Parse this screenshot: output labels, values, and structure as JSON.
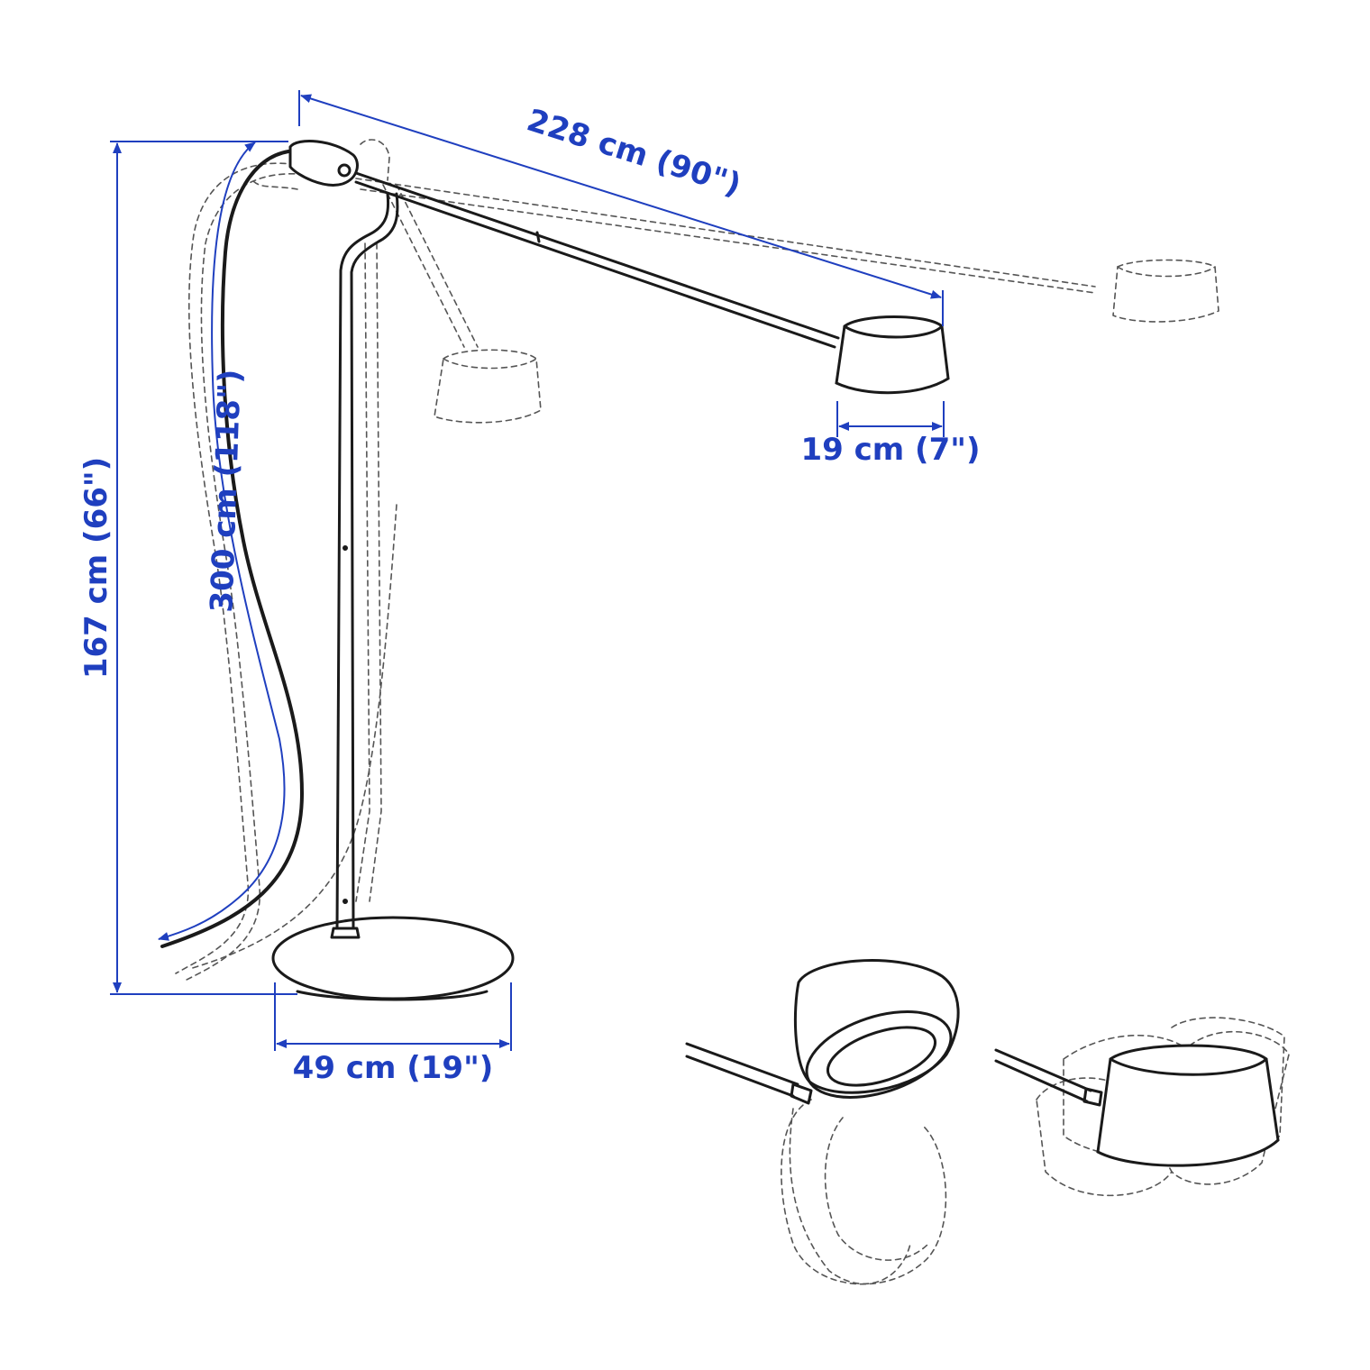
{
  "diagram": {
    "colors": {
      "dimension": "#1f3fbf",
      "line": "#1a1a1a",
      "ghost": "#555555"
    },
    "dimensions": {
      "arm_length": "228 cm (90\")",
      "shade_diameter": "19 cm (7\")",
      "height": "167 cm (66\")",
      "cord_length": "300 cm (118\")",
      "base_diameter": "49 cm (19\")"
    }
  }
}
